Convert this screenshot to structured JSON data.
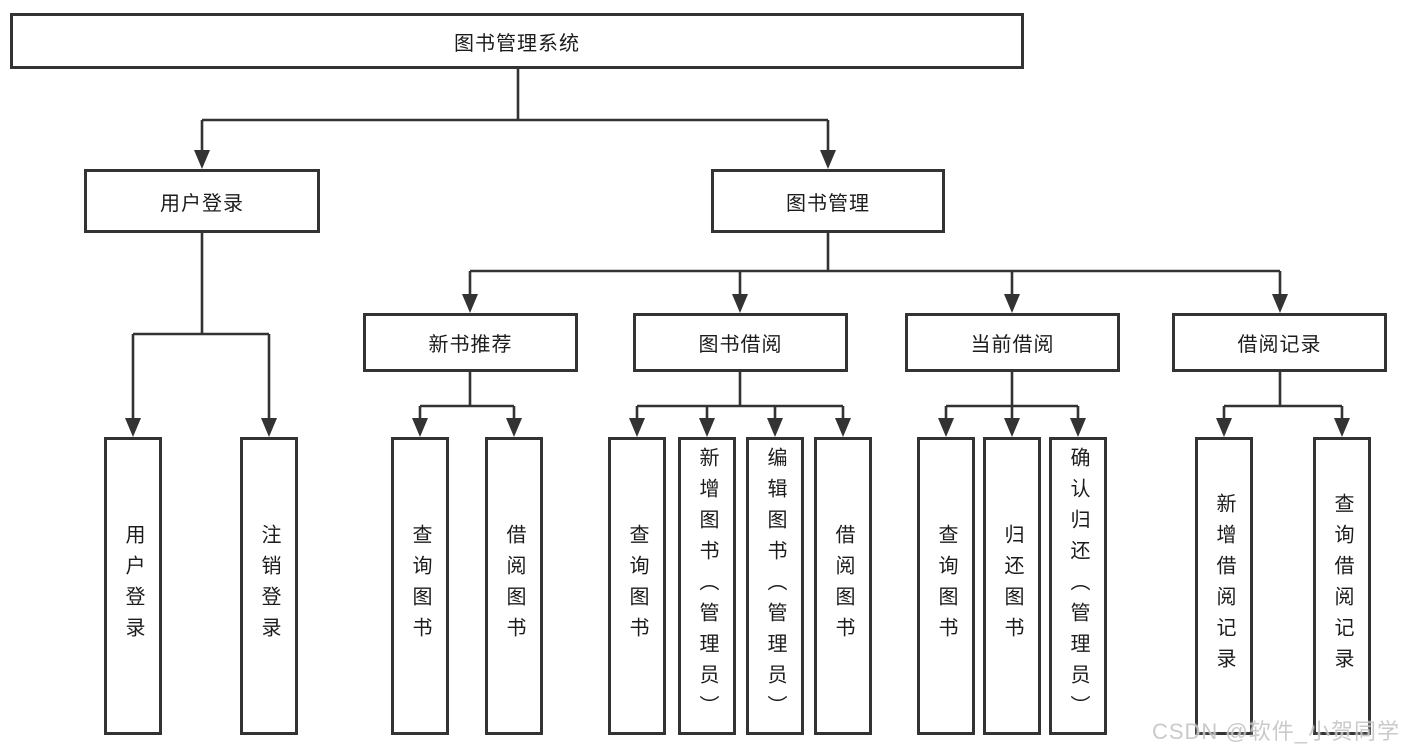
{
  "diagram": {
    "root": {
      "label": "图书管理系统"
    },
    "branches": [
      {
        "label": "用户登录",
        "children": [
          {
            "label": "用户登录"
          },
          {
            "label": "注销登录"
          }
        ]
      },
      {
        "label": "图书管理",
        "children": [
          {
            "label": "新书推荐",
            "children": [
              {
                "label": "查询图书"
              },
              {
                "label": "借阅图书"
              }
            ]
          },
          {
            "label": "图书借阅",
            "children": [
              {
                "label": "查询图书"
              },
              {
                "label": "新增图书（管理员）"
              },
              {
                "label": "编辑图书（管理员）"
              },
              {
                "label": "借阅图书"
              }
            ]
          },
          {
            "label": "当前借阅",
            "children": [
              {
                "label": "查询图书"
              },
              {
                "label": "归还图书"
              },
              {
                "label": "确认归还（管理员）"
              }
            ]
          },
          {
            "label": "借阅记录",
            "children": [
              {
                "label": "新增借阅记录"
              },
              {
                "label": "查询借阅记录"
              }
            ]
          }
        ]
      }
    ]
  },
  "watermark": {
    "text": "CSDN @软件_小贺同学"
  },
  "colors": {
    "line": "#333333",
    "box_border": "#333333",
    "text": "#1c1c1c",
    "watermark": "#c6c6c6",
    "background": "#ffffff"
  }
}
